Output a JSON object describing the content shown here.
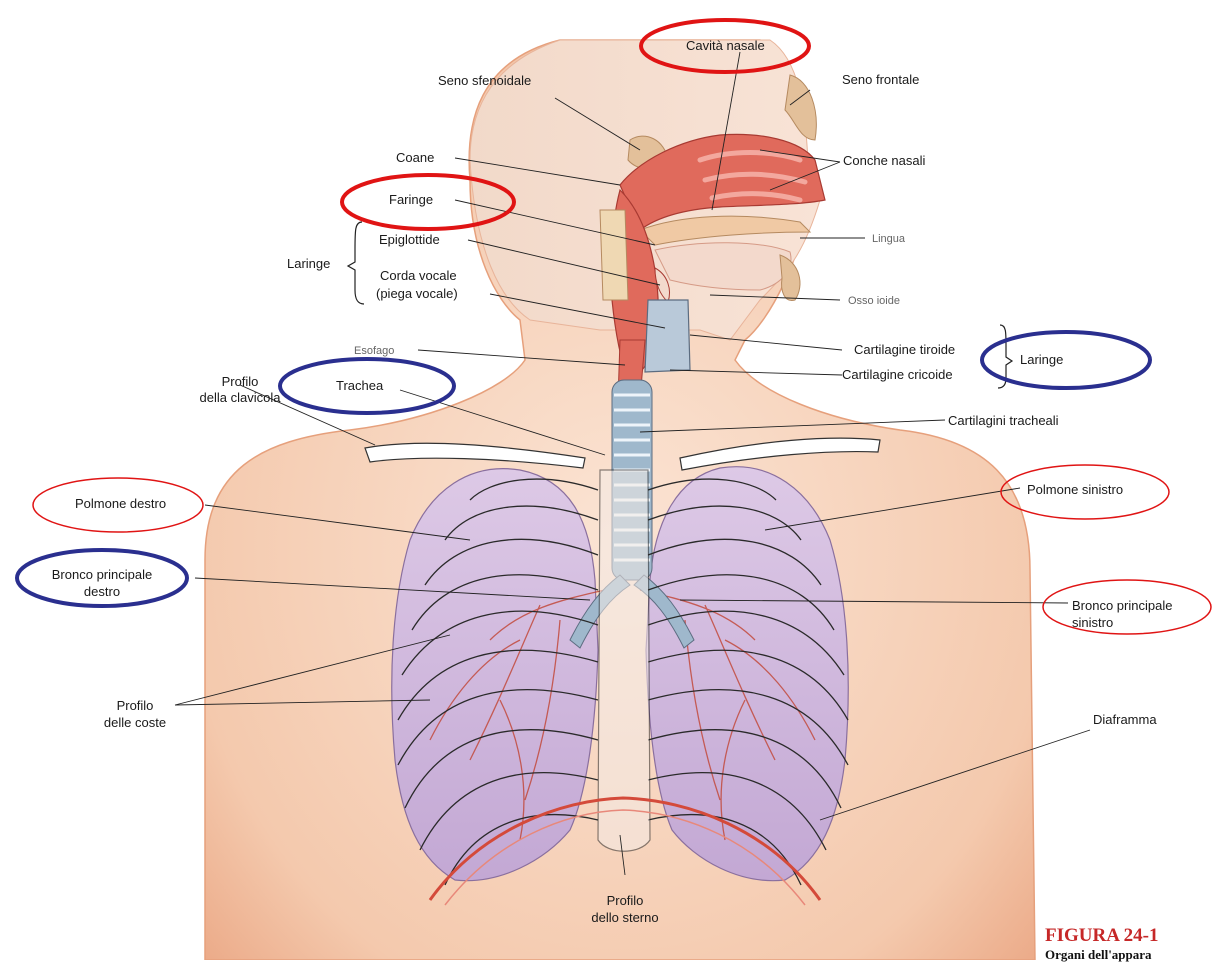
{
  "labels": {
    "cavita_nasale": "Cavità nasale",
    "seno_sfenoidale": "Seno sfenoidale",
    "seno_frontale": "Seno frontale",
    "coane": "Coane",
    "conche_nasali": "Conche nasali",
    "faringe": "Faringe",
    "laringe_group": "Laringe",
    "epiglottide": "Epiglottide",
    "corda_vocale": "Corda vocale",
    "piega_vocale": "(piega vocale)",
    "lingua": "Lingua",
    "osso_ioide": "Osso ioide",
    "esofago": "Esofago",
    "cartilagine_tiroide": "Cartilagine tiroide",
    "cartilagine_cricoide": "Cartilagine cricoide",
    "laringe_right": "Laringe",
    "profilo_clavicola_1": "Profilo",
    "profilo_clavicola_2": "della clavicola",
    "trachea": "Trachea",
    "cartilagini_tracheali": "Cartilagini tracheali",
    "polmone_destro": "Polmone destro",
    "polmone_sinistro": "Polmone sinistro",
    "bronco_destro_1": "Bronco principale",
    "bronco_destro_2": "destro",
    "bronco_sinistro_1": "Bronco principale",
    "bronco_sinistro_2": "sinistro",
    "profilo_coste_1": "Profilo",
    "profilo_coste_2": "delle coste",
    "diaframma": "Diaframma",
    "profilo_sterno_1": "Profilo",
    "profilo_sterno_2": "dello sterno"
  },
  "figure": {
    "title": "FIGURA 24-1",
    "subtitle": "Organi dell'appara"
  },
  "colors": {
    "skin": "#f6d2bb",
    "skin_edge": "#e8a888",
    "airway": "#e0665a",
    "lung": "#cdb6dc",
    "rib": "#ffffff",
    "highlight_red": "#e01414",
    "highlight_blue": "#2a2f8f",
    "title_red": "#c62828"
  }
}
